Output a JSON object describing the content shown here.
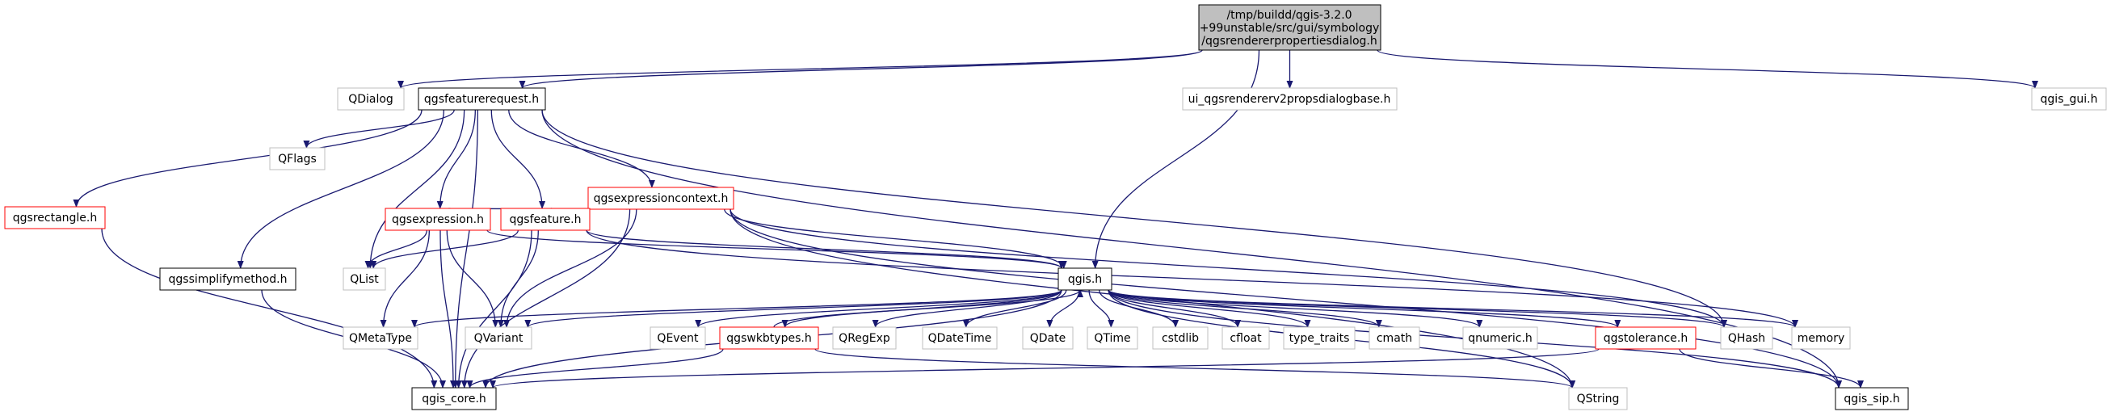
{
  "colors": {
    "edge": "#191970",
    "border_documented": "#000000",
    "border_partial": "#ff0000",
    "border_external": "#bfbfbf",
    "fill_root": "#bfbfbf",
    "fill_default": "#ffffff"
  },
  "nodes": {
    "root": {
      "lines": [
        "/tmp/buildd/qgis-3.2.0",
        "+99unstable/src/gui/symbology",
        "/qgsrendererpropertiesdialog.h"
      ]
    },
    "qdialog": {
      "label": "QDialog"
    },
    "featreq": {
      "label": "qgsfeaturerequest.h"
    },
    "ui_base": {
      "label": "ui_qgsrendererv2propsdialogbase.h"
    },
    "gui": {
      "label": "qgis_gui.h"
    },
    "rectangle": {
      "label": "qgsrectangle.h"
    },
    "qflags": {
      "label": "QFlags"
    },
    "exprctx": {
      "label": "qgsexpressioncontext.h"
    },
    "expression": {
      "label": "qgsexpression.h"
    },
    "feature": {
      "label": "qgsfeature.h"
    },
    "simplify": {
      "label": "qgssimplifymethod.h"
    },
    "qlist": {
      "label": "QList"
    },
    "qgis": {
      "label": "qgis.h"
    },
    "qmetatype": {
      "label": "QMetaType"
    },
    "qvariant": {
      "label": "QVariant"
    },
    "qevent": {
      "label": "QEvent"
    },
    "wkbtypes": {
      "label": "qgswkbtypes.h"
    },
    "qregexp": {
      "label": "QRegExp"
    },
    "qdatetime": {
      "label": "QDateTime"
    },
    "qdate": {
      "label": "QDate"
    },
    "qtime": {
      "label": "QTime"
    },
    "cstdlib": {
      "label": "cstdlib"
    },
    "cfloat": {
      "label": "cfloat"
    },
    "type_traits": {
      "label": "type_traits"
    },
    "cmath": {
      "label": "cmath"
    },
    "qnumeric": {
      "label": "qnumeric.h"
    },
    "tolerance": {
      "label": "qgstolerance.h"
    },
    "qhash": {
      "label": "QHash"
    },
    "memory": {
      "label": "memory"
    },
    "core": {
      "label": "qgis_core.h"
    },
    "qstring": {
      "label": "QString"
    },
    "sip": {
      "label": "qgis_sip.h"
    }
  },
  "edges": [
    [
      "root",
      "qdialog"
    ],
    [
      "root",
      "featreq"
    ],
    [
      "root",
      "ui_base"
    ],
    [
      "root",
      "gui"
    ],
    [
      "root",
      "qgis"
    ],
    [
      "featreq",
      "rectangle"
    ],
    [
      "featreq",
      "qflags"
    ],
    [
      "featreq",
      "exprctx"
    ],
    [
      "featreq",
      "expression"
    ],
    [
      "featreq",
      "feature"
    ],
    [
      "featreq",
      "simplify"
    ],
    [
      "featreq",
      "qlist"
    ],
    [
      "featreq",
      "core"
    ],
    [
      "featreq",
      "sip"
    ],
    [
      "featreq",
      "qhash"
    ],
    [
      "exprctx",
      "expression"
    ],
    [
      "exprctx",
      "feature"
    ],
    [
      "exprctx",
      "qvariant"
    ],
    [
      "exprctx",
      "qgis"
    ],
    [
      "exprctx",
      "core"
    ],
    [
      "exprctx",
      "qhash"
    ],
    [
      "exprctx",
      "qstring"
    ],
    [
      "exprctx",
      "sip"
    ],
    [
      "expression",
      "qlist"
    ],
    [
      "expression",
      "qmetatype"
    ],
    [
      "expression",
      "qvariant"
    ],
    [
      "expression",
      "core"
    ],
    [
      "expression",
      "qgis"
    ],
    [
      "feature",
      "qlist"
    ],
    [
      "feature",
      "qvariant"
    ],
    [
      "feature",
      "core"
    ],
    [
      "feature",
      "qgis"
    ],
    [
      "feature",
      "memory"
    ],
    [
      "rectangle",
      "core"
    ],
    [
      "simplify",
      "core"
    ],
    [
      "qgis",
      "qmetatype"
    ],
    [
      "qgis",
      "qvariant"
    ],
    [
      "qgis",
      "qevent"
    ],
    [
      "qgis",
      "wkbtypes"
    ],
    [
      "qgis",
      "qregexp"
    ],
    [
      "qgis",
      "qdatetime"
    ],
    [
      "qgis",
      "qdate"
    ],
    [
      "qgis",
      "qtime"
    ],
    [
      "qgis",
      "cstdlib"
    ],
    [
      "qgis",
      "cfloat"
    ],
    [
      "qgis",
      "type_traits"
    ],
    [
      "qgis",
      "cmath"
    ],
    [
      "qgis",
      "qnumeric"
    ],
    [
      "qgis",
      "tolerance"
    ],
    [
      "qgis",
      "qhash"
    ],
    [
      "qgis",
      "memory"
    ],
    [
      "qgis",
      "core"
    ],
    [
      "qgis",
      "qstring"
    ],
    [
      "qgis",
      "sip"
    ],
    [
      "wkbtypes",
      "qgis"
    ],
    [
      "wkbtypes",
      "core"
    ],
    [
      "wkbtypes",
      "qstring"
    ],
    [
      "tolerance",
      "core"
    ],
    [
      "tolerance",
      "sip"
    ]
  ]
}
